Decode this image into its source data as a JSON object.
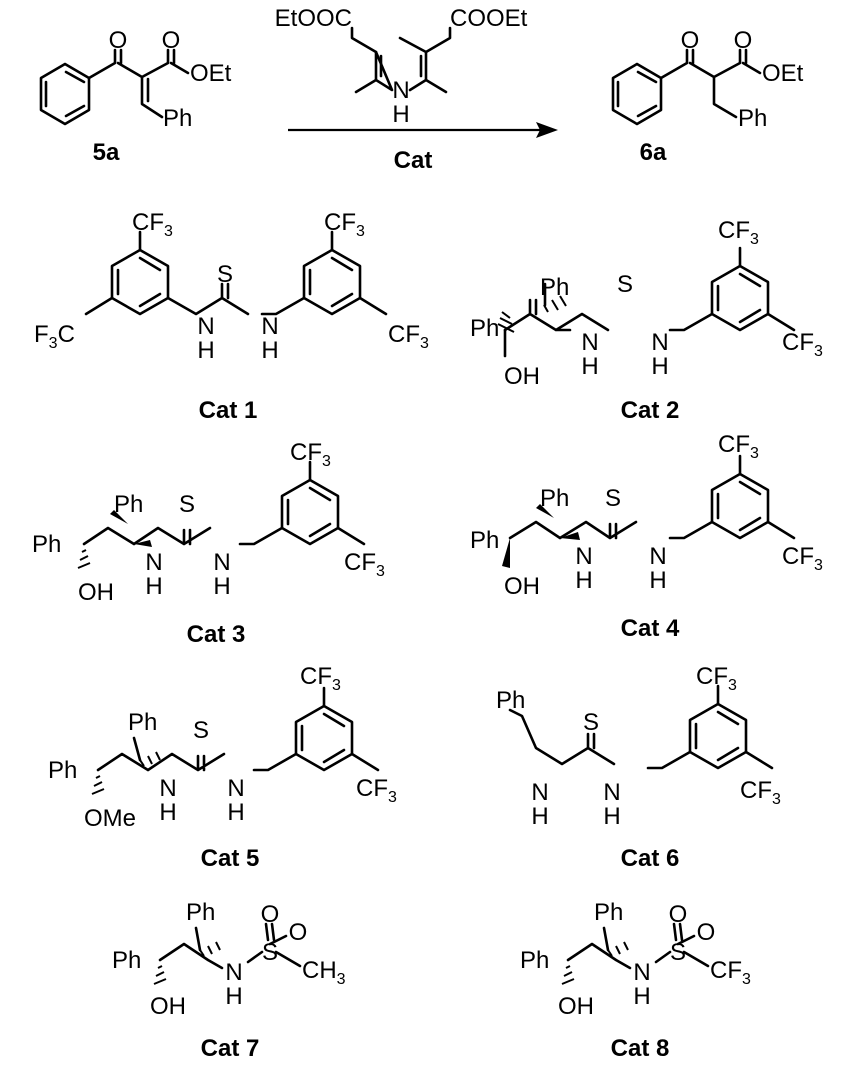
{
  "reaction": {
    "reactant_label": "5a",
    "product_label": "6a",
    "reagent_label": "Cat",
    "ester_group": "OEt",
    "phenyl": "Ph",
    "hantzsch_left": "EtOOC",
    "hantzsch_right": "COOEt",
    "nitrogen": "N",
    "hydrogen": "H",
    "oxygen": "O"
  },
  "atoms": {
    "cf3_main": "CF",
    "cf3_sub": "3",
    "f3_main": "F",
    "f3_sub": "3",
    "f3_tail": "C",
    "sulfur": "S",
    "oxygen": "O",
    "nitrogen": "N",
    "hydrogen": "H",
    "phenyl": "Ph",
    "hydroxyl": "OH",
    "methoxy": "OMe",
    "ch3_main": "CH",
    "ch3_sub": "3"
  },
  "catalysts": [
    {
      "label": "Cat 1"
    },
    {
      "label": "Cat 2"
    },
    {
      "label": "Cat 3"
    },
    {
      "label": "Cat 4"
    },
    {
      "label": "Cat 5"
    },
    {
      "label": "Cat 6"
    },
    {
      "label": "Cat 7"
    },
    {
      "label": "Cat 8"
    }
  ]
}
